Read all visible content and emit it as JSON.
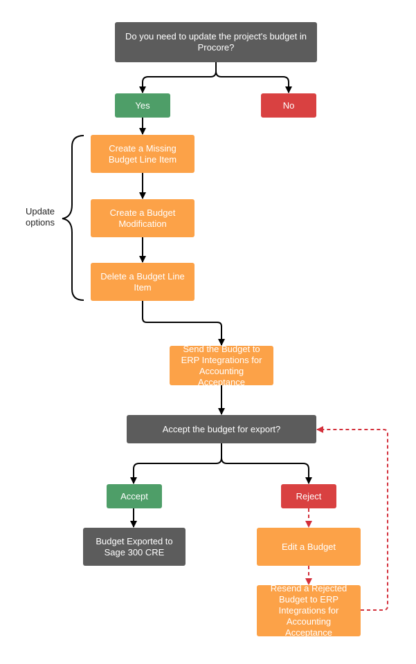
{
  "question_update": "Do you need to update the project's budget in Procore?",
  "yes": "Yes",
  "no": "No",
  "update_options_label": "Update options",
  "create_missing_line_item": "Create a Missing Budget Line Item",
  "create_modification": "Create a Budget Modification",
  "delete_line_item": "Delete a Budget Line Item",
  "send_to_erp": "Send the Budget to ERP Integrations for Accounting Acceptance",
  "question_accept": "Accept the budget for export?",
  "accept": "Accept",
  "reject": "Reject",
  "exported": "Budget Exported to Sage 300 CRE",
  "edit_budget": "Edit a Budget",
  "resend_rejected": "Resend a Rejected Budget to ERP Integrations for Accounting Acceptance",
  "colors": {
    "dark": "#5c5c5c",
    "green": "#4e9e68",
    "red": "#d94141",
    "orange": "#fca248",
    "dashed_arrow": "#d32f3a"
  }
}
